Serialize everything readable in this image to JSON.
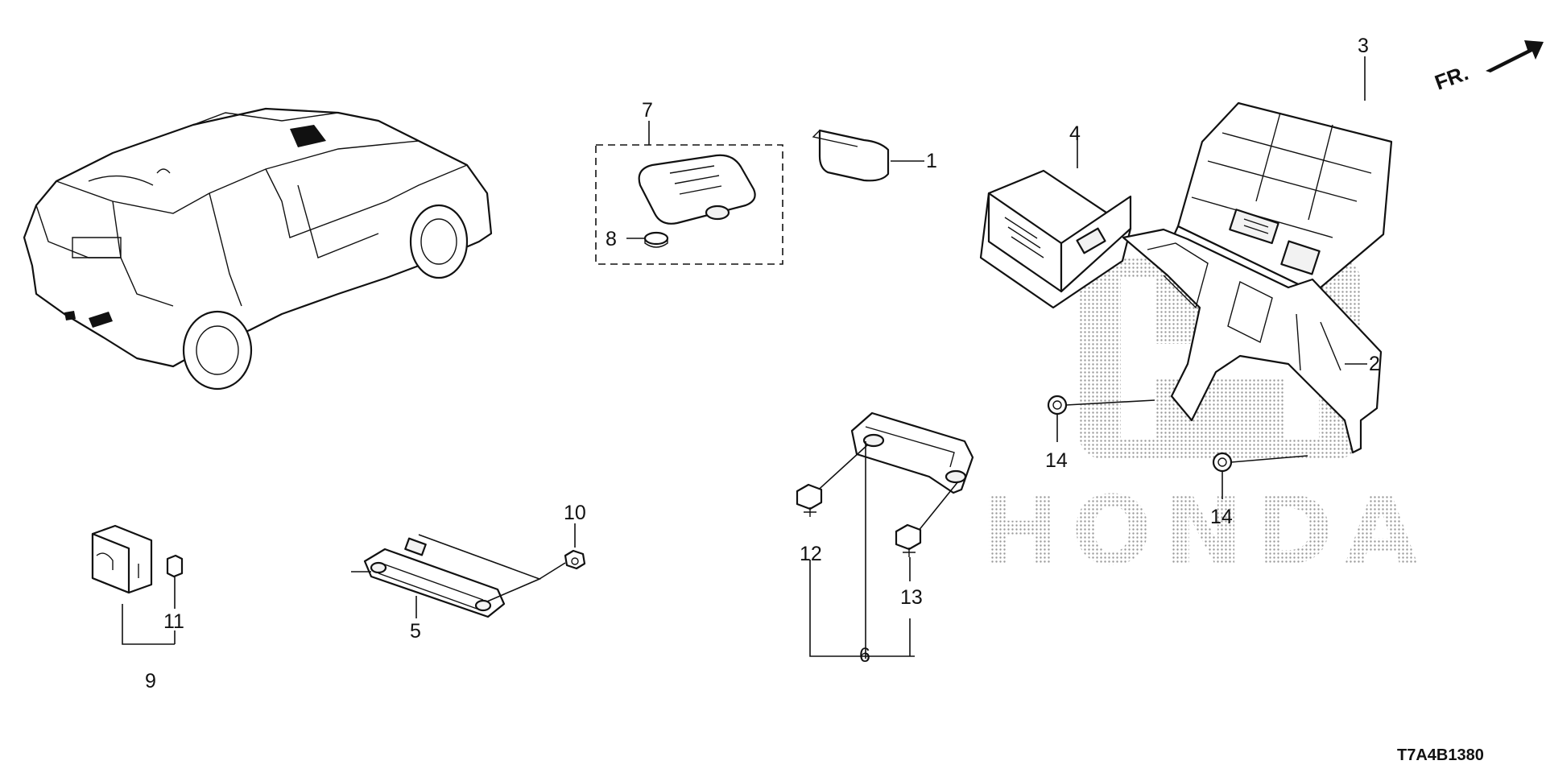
{
  "diagram": {
    "orientation_label": "FR.",
    "watermark": "HONDA",
    "diagram_code": "T7A4B1380",
    "callouts": {
      "c1": "1",
      "c2": "2",
      "c3": "3",
      "c4": "4",
      "c5": "5",
      "c6": "6",
      "c7": "7",
      "c8": "8",
      "c9": "9",
      "c10": "10",
      "c11": "11",
      "c12": "12",
      "c13": "13",
      "c14a": "14",
      "c14b": "14"
    }
  }
}
